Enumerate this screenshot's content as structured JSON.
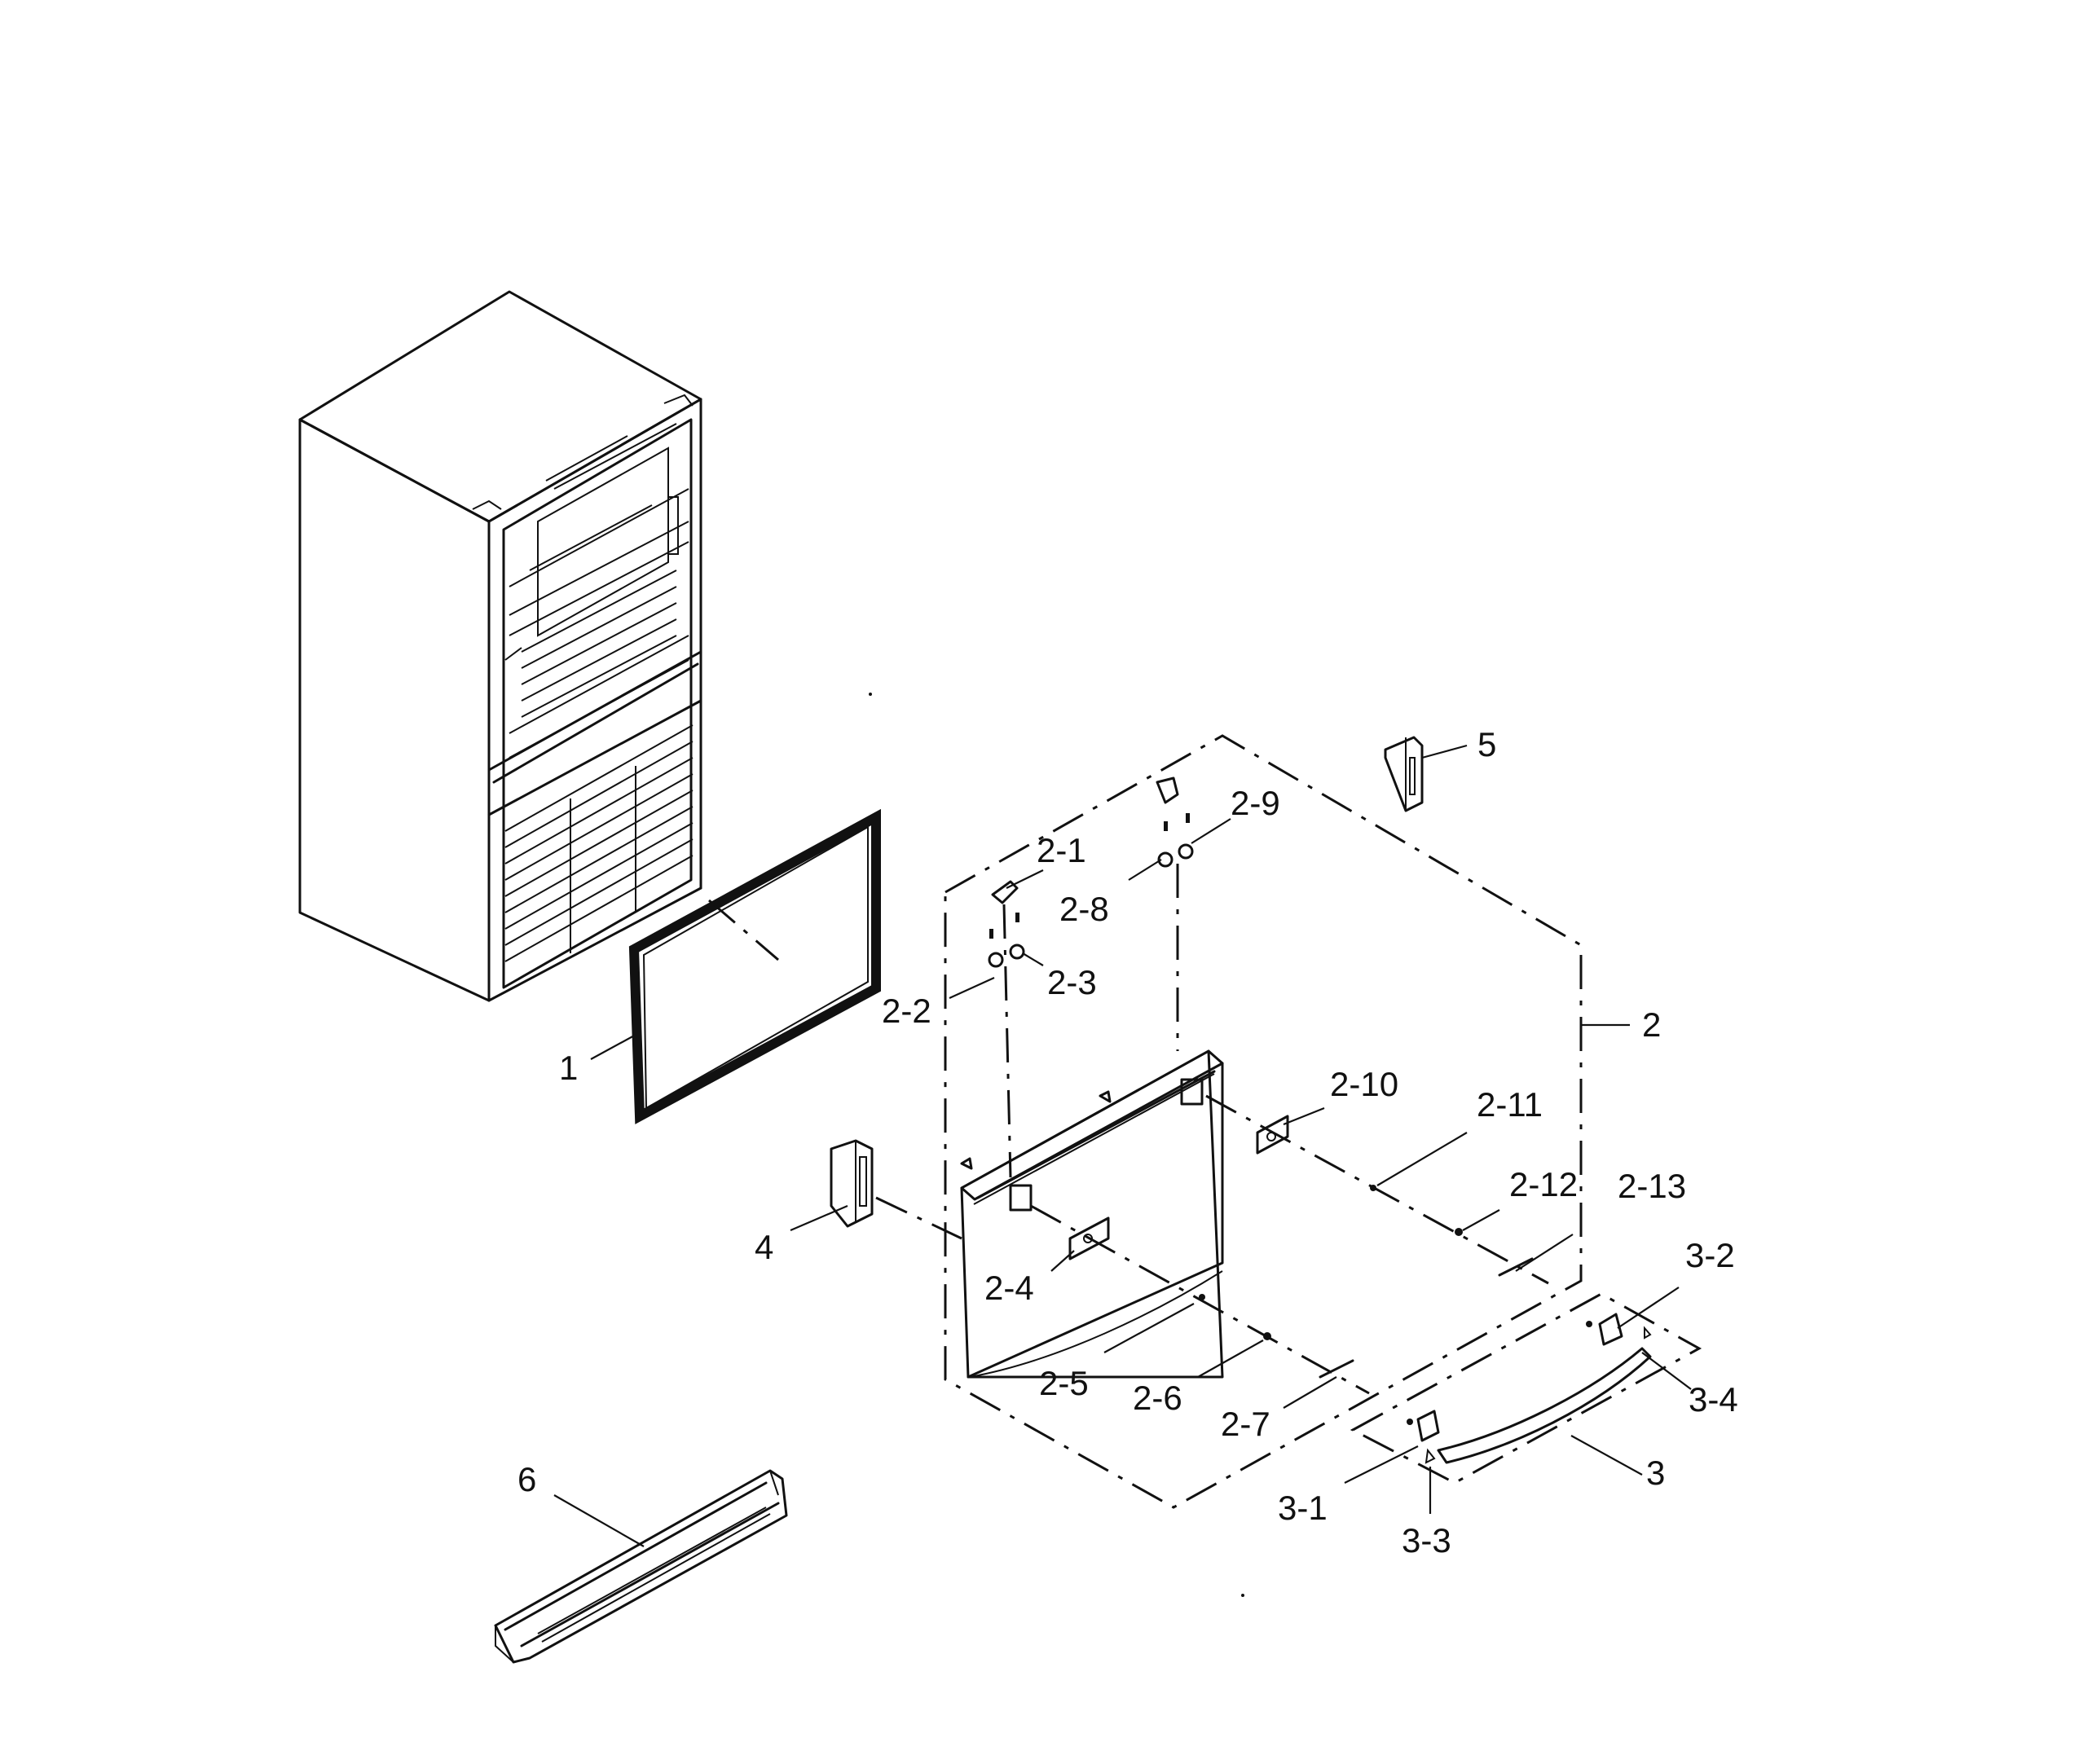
{
  "labels": {
    "p1": "1",
    "p2": "2",
    "p2_1": "2-1",
    "p2_2": "2-2",
    "p2_3": "2-3",
    "p2_4": "2-4",
    "p2_5": "2-5",
    "p2_6": "2-6",
    "p2_7": "2-7",
    "p2_8": "2-8",
    "p2_9": "2-9",
    "p2_10": "2-10",
    "p2_11": "2-11",
    "p2_12": "2-12",
    "p2_13": "2-13",
    "p3": "3",
    "p3_1": "3-1",
    "p3_2": "3-2",
    "p3_3": "3-3",
    "p3_4": "3-4",
    "p4": "4",
    "p5": "5",
    "p6": "6"
  },
  "colors": {
    "line": "#111111",
    "background": "#ffffff"
  }
}
